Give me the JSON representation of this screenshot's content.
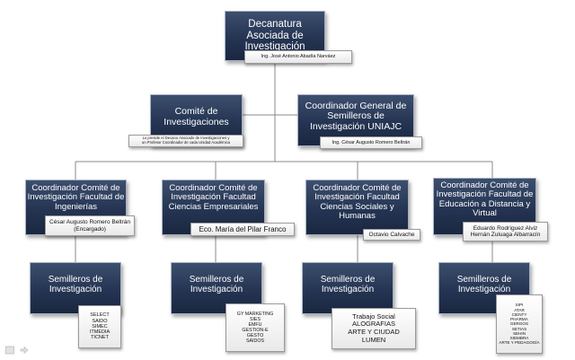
{
  "root": {
    "title": "Decanatura Asociada de Investigación",
    "person": "Ing. José Antonio Abadía Narváez"
  },
  "committee": {
    "title": "Comité de Investigaciones",
    "note_lines": [
      "Lo preside el Decano Asociado de Investigaciones y",
      "un Profesor Coordinador de cada Unidad Académica"
    ]
  },
  "general_coordinator": {
    "title": "Coordinador General de Semilleros de Investigación UNIAJC",
    "person": "Ing. César Augusto Romero Beltrán"
  },
  "faculty_coordinators": [
    {
      "title": "Coordinador Comité de Investigación Facultad de Ingenierías",
      "person_lines": [
        "César Augusto Romero Beltrán",
        "(Encargado)"
      ]
    },
    {
      "title": "Coordinador Comité de Investigación Facultad Ciencias Empresariales",
      "person_lines": [
        "Eco. María del Pilar Franco"
      ]
    },
    {
      "title": "Coordinador Comité de Investigación Facultad Ciencias Sociales y Humanas",
      "person_lines": [
        "Octavio Calvache"
      ]
    },
    {
      "title": "Coordinador Comité de Investigación Facultad de Educación a Distancia y Virtual",
      "person_lines": [
        "Eduardo Rodríguez Alviz",
        "Hernán Zuluaga Albarracín"
      ]
    }
  ],
  "seedbeds": [
    {
      "title": "Semilleros de Investigación",
      "groups": [
        "SELECT",
        "SAIDO",
        "SIMEC",
        "ITMEDIA",
        "TICNET"
      ]
    },
    {
      "title": "Semilleros de Investigación",
      "groups": [
        "GY MARKETING",
        "SIES",
        "EMFU",
        "GESTION-E",
        "GESTO",
        "SAIDOS"
      ]
    },
    {
      "title": "Semilleros de Investigación",
      "groups": [
        "Trabajo Social",
        "ALOGRAFIAS",
        "ARTE Y CIUDAD",
        "LUMEN"
      ]
    },
    {
      "title": "Semilleros de Investigación",
      "groups": [
        "SIPI",
        "ATAR",
        "CIENTY",
        "PHARMA",
        "GERGOS",
        "SETIAS",
        "SEHIN",
        "SIEMBRA",
        "ARTE Y PEDAGOGÍA"
      ]
    }
  ],
  "colors": {
    "box_fill": "#243452",
    "box_border": "#a7b2c4",
    "connector": "#8a8a8a",
    "note_fill": "#f2f2f2"
  }
}
